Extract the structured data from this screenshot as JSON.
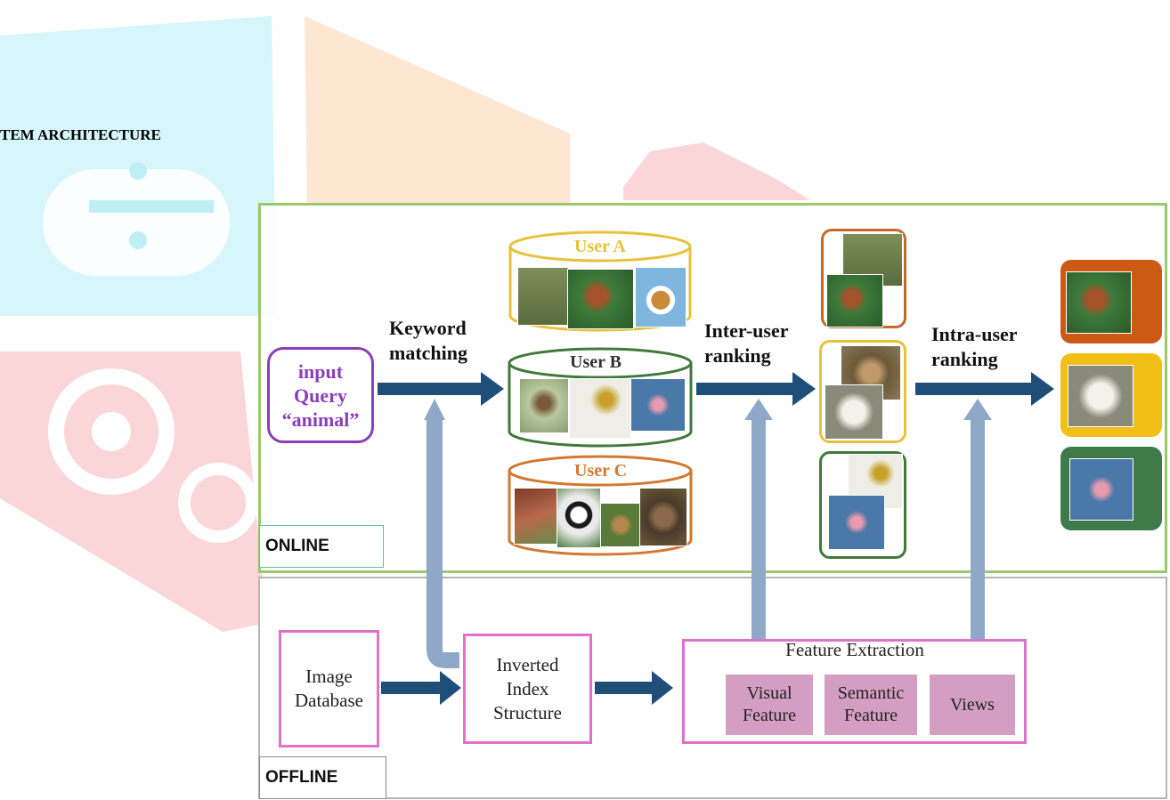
{
  "heading": "TEM ARCHITECTURE",
  "panels": {
    "online_label": "ONLINE",
    "offline_label": "OFFLINE"
  },
  "input_query": {
    "line1": "input",
    "line2": "Query",
    "line3": "“animal”"
  },
  "stages": {
    "keyword": {
      "line1": "Keyword",
      "line2": "matching"
    },
    "inter": {
      "line1": "Inter-user",
      "line2": "ranking"
    },
    "intra": {
      "line1": "Intra-user",
      "line2": "ranking"
    }
  },
  "users": [
    {
      "label": "User A",
      "color": "#e6c23a"
    },
    {
      "label": "User B",
      "color": "#3f7a3a"
    },
    {
      "label": "User C",
      "color": "#d2782f"
    }
  ],
  "offline": {
    "image_db": {
      "line1": "Image",
      "line2": "Database"
    },
    "inverted_index": {
      "line1": "Inverted",
      "line2": "Index",
      "line3": "Structure"
    },
    "feature_title": "Feature Extraction",
    "visual": {
      "line1": "Visual",
      "line2": "Feature"
    },
    "semantic": {
      "line1": "Semantic",
      "line2": "Feature"
    },
    "views": "Views"
  },
  "colors": {
    "arrow_dark": "#1f4e79",
    "arrow_light": "#8fa8c8",
    "online_border": "#9bc86a",
    "query_purple": "#8a3fb8",
    "offline_pink": "#e071c8",
    "feature_fill": "#d49ec3",
    "result_orange": "#cc5a14",
    "result_yellow": "#f2bf16",
    "result_green": "#3f7a4a"
  }
}
